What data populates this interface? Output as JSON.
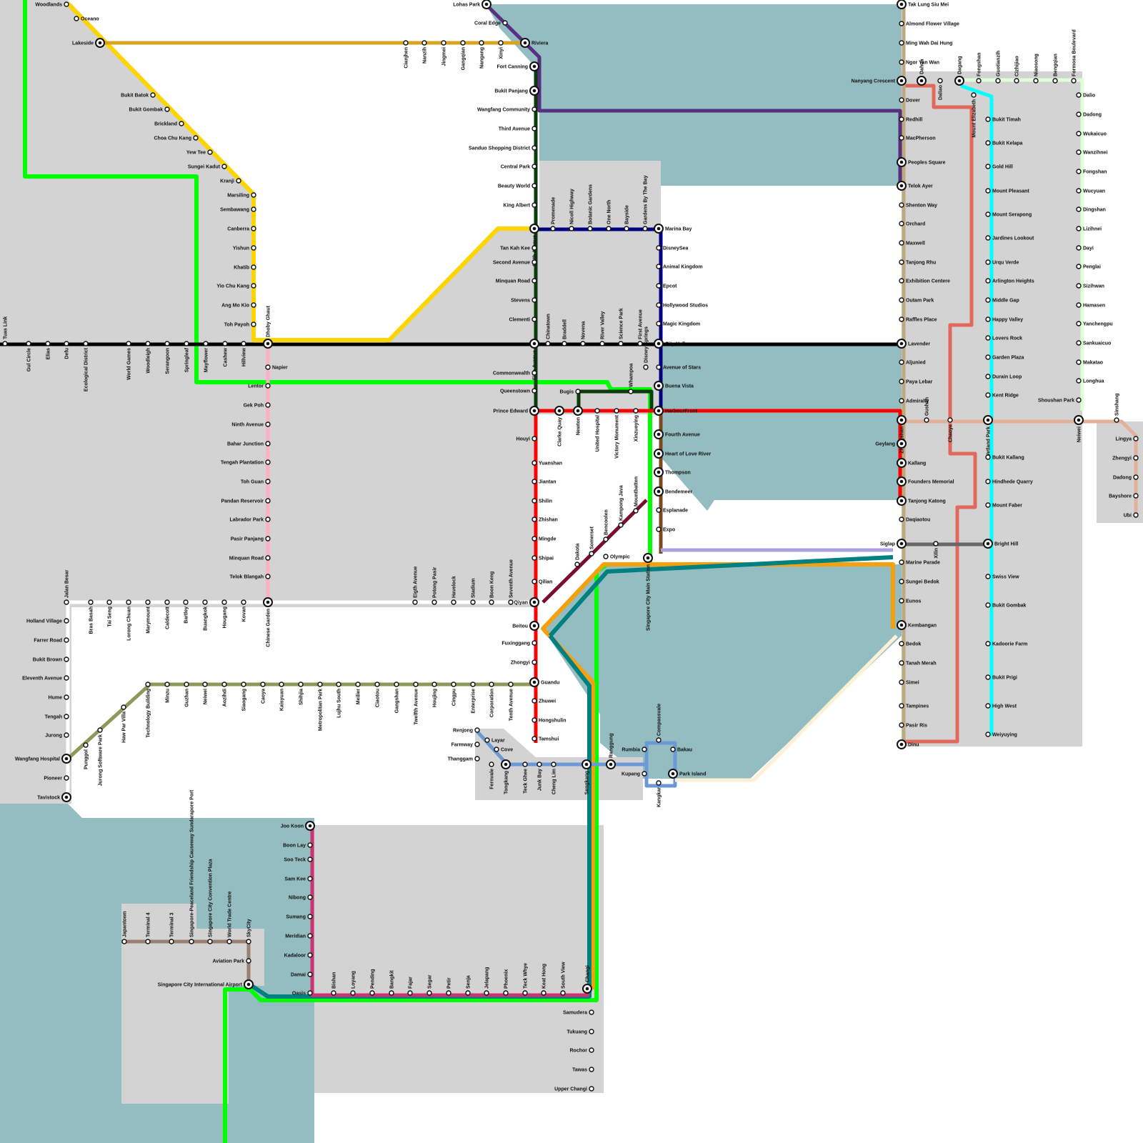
{
  "colors": {
    "water": "#93bdc0",
    "land": "#d3d3d3",
    "water_edge": "#5f9ea2",
    "station_fill": "#ffffff",
    "station_stroke": "#111111"
  },
  "lines": [
    {
      "name": "Green line",
      "color": "#00ff00"
    },
    {
      "name": "Yellow line",
      "color": "#ffd500"
    },
    {
      "name": "Gold line",
      "color": "#d9a520"
    },
    {
      "name": "Purple line",
      "color": "#553081"
    },
    {
      "name": "Black line",
      "color": "#000000"
    },
    {
      "name": "Dark green line",
      "color": "#0c3b0c"
    },
    {
      "name": "Navy line",
      "color": "#000080"
    },
    {
      "name": "Pink line",
      "color": "#ffb0c0"
    },
    {
      "name": "Red line",
      "color": "#ff0000"
    },
    {
      "name": "Maroon line",
      "color": "#7a0e2d"
    },
    {
      "name": "Orange line",
      "color": "#f5a00f"
    },
    {
      "name": "Teal line",
      "color": "#008080"
    },
    {
      "name": "Olive line",
      "color": "#8b9a5b"
    },
    {
      "name": "White line",
      "color": "#ffffff"
    },
    {
      "name": "Steel blue line",
      "color": "#6a99d5"
    },
    {
      "name": "Magenta line",
      "color": "#d03270"
    },
    {
      "name": "Taupe line",
      "color": "#9a8070"
    },
    {
      "name": "Coral line",
      "color": "#e3685c"
    },
    {
      "name": "Cyan line",
      "color": "#00ffff"
    },
    {
      "name": "Tan line",
      "color": "#bca980"
    },
    {
      "name": "Peach line",
      "color": "#e0b098"
    },
    {
      "name": "Brown line",
      "color": "#7a4a20"
    },
    {
      "name": "Lavender line",
      "color": "#a9a0e0"
    },
    {
      "name": "Grey line",
      "color": "#666666"
    },
    {
      "name": "Pale green line",
      "color": "#e0ffd8"
    },
    {
      "name": "Cream line",
      "color": "#fdf0d5"
    }
  ],
  "stations": [
    {
      "name": "Woodlands"
    },
    {
      "name": "Oceano"
    },
    {
      "name": "Lakeside"
    },
    {
      "name": "Bukit Batok"
    },
    {
      "name": "Bukit Gombak"
    },
    {
      "name": "Brickland"
    },
    {
      "name": "Choa Chu Kang"
    },
    {
      "name": "Yew Tee"
    },
    {
      "name": "Sungei Kadut"
    },
    {
      "name": "Kranji"
    },
    {
      "name": "Marsiling"
    },
    {
      "name": "Sembawang"
    },
    {
      "name": "Canberra"
    },
    {
      "name": "Yishun"
    },
    {
      "name": "Khatib"
    },
    {
      "name": "Yio Chu Kang"
    },
    {
      "name": "Ang Mo Kio"
    },
    {
      "name": "Toh Payoh"
    },
    {
      "name": "Dhoby Ghaut"
    },
    {
      "name": "Cianjhen"
    },
    {
      "name": "Nanzih"
    },
    {
      "name": "Jingmei"
    },
    {
      "name": "Gangqian"
    },
    {
      "name": "Nangang"
    },
    {
      "name": "Xinyi"
    },
    {
      "name": "Lohas Park"
    },
    {
      "name": "Coral Edge"
    },
    {
      "name": "Riviera"
    },
    {
      "name": "Fort Canning"
    },
    {
      "name": "Bukit Panjang"
    },
    {
      "name": "Wangfang Community"
    },
    {
      "name": "Third Avenue"
    },
    {
      "name": "Sanduo Shopping District"
    },
    {
      "name": "Central Park"
    },
    {
      "name": "Beauty World"
    },
    {
      "name": "King Albert"
    },
    {
      "name": "Sixth Avenue"
    },
    {
      "name": "Tan Kah Kee"
    },
    {
      "name": "Second Avenue"
    },
    {
      "name": "Minquan Road"
    },
    {
      "name": "Stevens"
    },
    {
      "name": "Clementi"
    },
    {
      "name": "Fifth Avenue"
    },
    {
      "name": "Commonwealth"
    },
    {
      "name": "Queenstown"
    },
    {
      "name": "Prince Edward"
    },
    {
      "name": "Promenade"
    },
    {
      "name": "Nicoll Highway"
    },
    {
      "name": "Botanic Gardens"
    },
    {
      "name": "One North"
    },
    {
      "name": "Bayside"
    },
    {
      "name": "Gardens By The Bay"
    },
    {
      "name": "Marina Bay"
    },
    {
      "name": "DisneySea"
    },
    {
      "name": "Animal Kingdom"
    },
    {
      "name": "Epcot"
    },
    {
      "name": "Hollywood Studios"
    },
    {
      "name": "Magic Kingdom"
    },
    {
      "name": "Tuas Link"
    },
    {
      "name": "Gul Circle"
    },
    {
      "name": "Elias"
    },
    {
      "name": "Defu"
    },
    {
      "name": "Ecological District"
    },
    {
      "name": "World Games"
    },
    {
      "name": "Woodleigh"
    },
    {
      "name": "Serangoon"
    },
    {
      "name": "Springleaf"
    },
    {
      "name": "Mayflower"
    },
    {
      "name": "Cashew"
    },
    {
      "name": "Hillview"
    },
    {
      "name": "Chinatown"
    },
    {
      "name": "Braddell"
    },
    {
      "name": "Novena"
    },
    {
      "name": "River Valley"
    },
    {
      "name": "Science Park"
    },
    {
      "name": "First Avenue"
    },
    {
      "name": "City Hall"
    },
    {
      "name": "Napier"
    },
    {
      "name": "Lentor"
    },
    {
      "name": "Gek Poh"
    },
    {
      "name": "Ninth Avenue"
    },
    {
      "name": "Bahar Junction"
    },
    {
      "name": "Tengah Plantation"
    },
    {
      "name": "Toh Guan"
    },
    {
      "name": "Pandan Reservoir"
    },
    {
      "name": "Labrador Park"
    },
    {
      "name": "Pasir Panjang"
    },
    {
      "name": "Minquan Road"
    },
    {
      "name": "Telok Blangah"
    },
    {
      "name": "Chinese Garden"
    },
    {
      "name": "Avenue of Stars"
    },
    {
      "name": "Disney Springs"
    },
    {
      "name": "Whampoa"
    },
    {
      "name": "Buena Vista"
    },
    {
      "name": "Bugis"
    },
    {
      "name": "Clarke Quay"
    },
    {
      "name": "Newton"
    },
    {
      "name": "United Hospital"
    },
    {
      "name": "Victory Monument"
    },
    {
      "name": "Xinzuoying"
    },
    {
      "name": "HarbourFront"
    },
    {
      "name": "Fourth Avenue"
    },
    {
      "name": "Heart of Love River"
    },
    {
      "name": "Thompson"
    },
    {
      "name": "Bendemeer"
    },
    {
      "name": "Esplanade"
    },
    {
      "name": "Expo"
    },
    {
      "name": "Singapore City Main Station"
    },
    {
      "name": "Houyi"
    },
    {
      "name": "Yuanshan"
    },
    {
      "name": "Jiantan"
    },
    {
      "name": "Shilin"
    },
    {
      "name": "Zhishan"
    },
    {
      "name": "Mingde"
    },
    {
      "name": "Shipai"
    },
    {
      "name": "Qilian"
    },
    {
      "name": "Qiyan"
    },
    {
      "name": "Beitou"
    },
    {
      "name": "Fuxinggang"
    },
    {
      "name": "Zhongyi"
    },
    {
      "name": "Guandu"
    },
    {
      "name": "Zhuwei"
    },
    {
      "name": "Hongshulin"
    },
    {
      "name": "Tamshui"
    },
    {
      "name": "Mountbatten"
    },
    {
      "name": "Kampong Java"
    },
    {
      "name": "Bencoolen"
    },
    {
      "name": "Somerset"
    },
    {
      "name": "Dakota"
    },
    {
      "name": "Olympic"
    },
    {
      "name": "Jalan Besar"
    },
    {
      "name": "Bras Basah"
    },
    {
      "name": "Tai Seng"
    },
    {
      "name": "Lorong Chuan"
    },
    {
      "name": "Marymount"
    },
    {
      "name": "Caldecott"
    },
    {
      "name": "Bartley"
    },
    {
      "name": "Buangkok"
    },
    {
      "name": "Hougang"
    },
    {
      "name": "Kovan"
    },
    {
      "name": "Eigth Avenue"
    },
    {
      "name": "Potong Pasir"
    },
    {
      "name": "Havelock"
    },
    {
      "name": "Stadium"
    },
    {
      "name": "Boon Keng"
    },
    {
      "name": "Seventh Avenue"
    },
    {
      "name": "Holland Village"
    },
    {
      "name": "Farrer Road"
    },
    {
      "name": "Bukit Brown"
    },
    {
      "name": "Eleventh Avenue"
    },
    {
      "name": "Hume"
    },
    {
      "name": "Tengah"
    },
    {
      "name": "Jurong"
    },
    {
      "name": "Wangfang Hospital"
    },
    {
      "name": "Pioneer"
    },
    {
      "name": "Tavistock"
    },
    {
      "name": "Punggol"
    },
    {
      "name": "Jurong Software Park"
    },
    {
      "name": "Haw Par Villa"
    },
    {
      "name": "Technology Building"
    },
    {
      "name": "Minzu"
    },
    {
      "name": "Guzhan"
    },
    {
      "name": "Neiwei"
    },
    {
      "name": "Aozihdi"
    },
    {
      "name": "Siaogang"
    },
    {
      "name": "Caoya"
    },
    {
      "name": "Kaisyuan"
    },
    {
      "name": "Shihjia"
    },
    {
      "name": "Metropolitan Park"
    },
    {
      "name": "Lujhu South"
    },
    {
      "name": "Meilier"
    },
    {
      "name": "Ciaotou"
    },
    {
      "name": "Gangshan"
    },
    {
      "name": "Twelfth Avenue"
    },
    {
      "name": "Houjing"
    },
    {
      "name": "Cingpu"
    },
    {
      "name": "Enterprise"
    },
    {
      "name": "Corporation"
    },
    {
      "name": "Tenth Avenue"
    },
    {
      "name": "Renjong"
    },
    {
      "name": "Layar"
    },
    {
      "name": "Farmway"
    },
    {
      "name": "Cove"
    },
    {
      "name": "Thanggam"
    },
    {
      "name": "Fernvale"
    },
    {
      "name": "Tongkang"
    },
    {
      "name": "Teck Ghee"
    },
    {
      "name": "Junk Bay"
    },
    {
      "name": "Cheng Lim"
    },
    {
      "name": "Sengkang"
    },
    {
      "name": "Ranggung"
    },
    {
      "name": "Compassvale"
    },
    {
      "name": "Rumbia"
    },
    {
      "name": "Bakau"
    },
    {
      "name": "Kupang"
    },
    {
      "name": "Park Island"
    },
    {
      "name": "Kangkar"
    },
    {
      "name": "Joo Koon"
    },
    {
      "name": "Boon Lay"
    },
    {
      "name": "Soo Teck"
    },
    {
      "name": "Sam Kee"
    },
    {
      "name": "Nibong"
    },
    {
      "name": "Sumang"
    },
    {
      "name": "Meridian"
    },
    {
      "name": "Kadaloor"
    },
    {
      "name": "Damai"
    },
    {
      "name": "Oasis"
    },
    {
      "name": "Bishan"
    },
    {
      "name": "Loyang"
    },
    {
      "name": "Pending"
    },
    {
      "name": "Bangkit"
    },
    {
      "name": "Fajar"
    },
    {
      "name": "Segar"
    },
    {
      "name": "Petir"
    },
    {
      "name": "Senja"
    },
    {
      "name": "Jelapang"
    },
    {
      "name": "Phoenix"
    },
    {
      "name": "Teck Whye"
    },
    {
      "name": "Keat Hong"
    },
    {
      "name": "South View"
    },
    {
      "name": "Changi"
    },
    {
      "name": "Samudera"
    },
    {
      "name": "Tukuang"
    },
    {
      "name": "Rochor"
    },
    {
      "name": "Tawas"
    },
    {
      "name": "Upper Changi"
    },
    {
      "name": "Japantown"
    },
    {
      "name": "Terminal 4"
    },
    {
      "name": "Terminal 3"
    },
    {
      "name": "Singapore-Peaceland Friendship Causeway Sundarapore Port"
    },
    {
      "name": "Singapore City Convention Plaza"
    },
    {
      "name": "World Trade Centre"
    },
    {
      "name": "SkyCity"
    },
    {
      "name": "Aviation Park"
    },
    {
      "name": "Singapore City International Airport"
    },
    {
      "name": "Tak Lung Siu Mei"
    },
    {
      "name": "Almond Flower Village"
    },
    {
      "name": "Ming Wah Dai Hung"
    },
    {
      "name": "Ngor Yan Wan"
    },
    {
      "name": "Nanyang Crescent"
    },
    {
      "name": "Dover"
    },
    {
      "name": "Redhill"
    },
    {
      "name": "MacPherson"
    },
    {
      "name": "Peoples Square"
    },
    {
      "name": "Telok Ayer"
    },
    {
      "name": "Shenton Way"
    },
    {
      "name": "Orchard"
    },
    {
      "name": "Maxwell"
    },
    {
      "name": "Tanjong Rhu"
    },
    {
      "name": "Exhibition Centere"
    },
    {
      "name": "Outam Park"
    },
    {
      "name": "Raffles Place"
    },
    {
      "name": "Lavender"
    },
    {
      "name": "Aljunied"
    },
    {
      "name": "Paya Lebar"
    },
    {
      "name": "Admiralty"
    },
    {
      "name": "Zhongshan"
    },
    {
      "name": "Geylang"
    },
    {
      "name": "Kallang"
    },
    {
      "name": "Founders Memorial"
    },
    {
      "name": "Tanjong Katong"
    },
    {
      "name": "Daqiaotou"
    },
    {
      "name": "Siglap"
    },
    {
      "name": "Marine Parade"
    },
    {
      "name": "Sungei Bedok"
    },
    {
      "name": "Eunos"
    },
    {
      "name": "Kembangan"
    },
    {
      "name": "Bedok"
    },
    {
      "name": "Tanah Merah"
    },
    {
      "name": "Simei"
    },
    {
      "name": "Tampines"
    },
    {
      "name": "Pasir Ris"
    },
    {
      "name": "Dinu"
    },
    {
      "name": "Dahua"
    },
    {
      "name": "Daliao"
    },
    {
      "name": "Dagang"
    },
    {
      "name": "Fongshan"
    },
    {
      "name": "Guotianzih"
    },
    {
      "name": "Cizhijiao"
    },
    {
      "name": "Niaosong"
    },
    {
      "name": "Bengqian"
    },
    {
      "name": "Formosa Boulevard"
    },
    {
      "name": "Mount Elizabeth"
    },
    {
      "name": "Bukit Timah"
    },
    {
      "name": "Bukit Kelapa"
    },
    {
      "name": "Gold Hill"
    },
    {
      "name": "Mount Pleasant"
    },
    {
      "name": "Mount Serapong"
    },
    {
      "name": "Jardines Lookout"
    },
    {
      "name": "Urqu Verde"
    },
    {
      "name": "Arlington Heights"
    },
    {
      "name": "Middle Gap"
    },
    {
      "name": "Happy Valley"
    },
    {
      "name": "Lovers Rock"
    },
    {
      "name": "Garden Plaza"
    },
    {
      "name": "Durain Loop"
    },
    {
      "name": "Kent Ridge"
    },
    {
      "name": "Wetland Park"
    },
    {
      "name": "Bukit Kallang"
    },
    {
      "name": "Hindhede Quarry"
    },
    {
      "name": "Mount Faber"
    },
    {
      "name": "Bright Hill"
    },
    {
      "name": "Swiss View"
    },
    {
      "name": "Bukit Gombak"
    },
    {
      "name": "Kadoorie Farm"
    },
    {
      "name": "Bukit Prigi"
    },
    {
      "name": "High West"
    },
    {
      "name": "Weiyuying"
    },
    {
      "name": "Dalio"
    },
    {
      "name": "Dadong"
    },
    {
      "name": "Wukaicuo"
    },
    {
      "name": "Wanzihnei"
    },
    {
      "name": "Fongshan"
    },
    {
      "name": "Wucyuan"
    },
    {
      "name": "Dingshan"
    },
    {
      "name": "Lizihnei"
    },
    {
      "name": "Dayi"
    },
    {
      "name": "Penglai"
    },
    {
      "name": "Sizihwan"
    },
    {
      "name": "Hamasen"
    },
    {
      "name": "Yanchengpu"
    },
    {
      "name": "Sankuaicuo"
    },
    {
      "name": "Makatao"
    },
    {
      "name": "Longhua"
    },
    {
      "name": "Shoushan Park"
    },
    {
      "name": "Neiwei"
    },
    {
      "name": "Gushan"
    },
    {
      "name": "Chaoye"
    },
    {
      "name": "Sinshang"
    },
    {
      "name": "Lingya"
    },
    {
      "name": "Zhengyi"
    },
    {
      "name": "Dadong"
    },
    {
      "name": "Bayshore"
    },
    {
      "name": "Ubi"
    },
    {
      "name": "Xilin"
    }
  ]
}
